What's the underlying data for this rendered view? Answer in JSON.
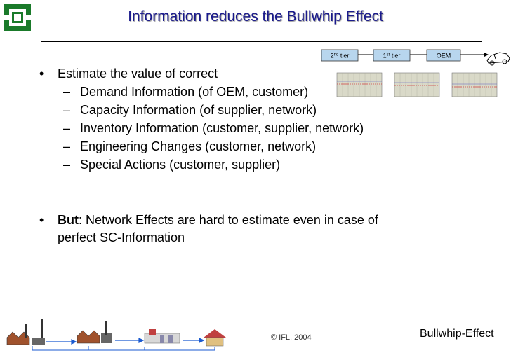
{
  "title": "Information reduces the Bullwhip Effect",
  "bullets": {
    "main": "Estimate the value of correct",
    "subs": [
      "Demand Information (of OEM, customer)",
      "Capacity Information (of supplier, network)",
      "Inventory Information (customer, supplier, network)",
      "Engineering Changes (customer, network)",
      "Special Actions (customer, supplier)"
    ]
  },
  "but_bullet": {
    "bold": "But",
    "line1": ": Network Effects are hard to estimate even in case of",
    "line2": "perfect SC-Information"
  },
  "diagram": {
    "tier2_base": "2",
    "tier2_sup": "nd",
    "tier2_rest": " tier",
    "tier1_base": "1",
    "tier1_sup": "st",
    "tier1_rest": " tier",
    "oem": "OEM"
  },
  "footer": {
    "copyright": "© IFL, 2004",
    "name": "Bullwhip-Effect"
  },
  "colors": {
    "title": "#1a1a8c",
    "tier_box": "#b8d6ee",
    "chart_bg": "#d9d9c8"
  }
}
